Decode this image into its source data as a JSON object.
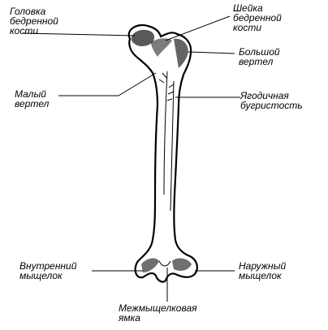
{
  "labels": {
    "femoral_head": "Головка\nбедренной\nкости",
    "femoral_neck": "Шейка\nбедренной\nкости",
    "greater_trochanter": "Большой\nвертел",
    "lesser_trochanter": "Малый\nвертел",
    "gluteal_tuberosity": "Ягодичная\nбугристость",
    "medial_condyle": "Внутренний\nмыщелок",
    "lateral_condyle": "Наружный\nмыщелок",
    "intercondylar_fossa": "Межмыщелковая\nямка"
  }
}
